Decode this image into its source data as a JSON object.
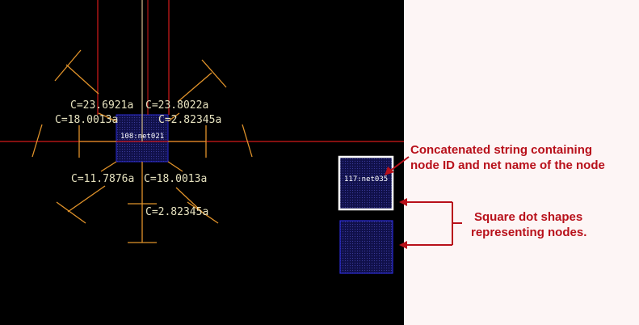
{
  "layout_view": {
    "center_node": {
      "label": "108:net021",
      "fill_color": "#1a1a6e",
      "border_color": "#3a3adf"
    },
    "capacitance_labels": [
      "C=23.6921a",
      "C=23.8022a",
      "C=18.0013a",
      "C=2.82345a",
      "C=11.7876a",
      "C=18.0013a",
      "C=2.82345a"
    ],
    "legend_nodes": [
      {
        "label": "117:net035",
        "selected": true
      },
      {
        "label": "",
        "selected": false
      }
    ]
  },
  "colors": {
    "canvas_bg": "#000000",
    "panel_bg": "#fdf5f5",
    "wire_red": "#d41a1a",
    "wire_orange": "#e0922a",
    "wire_tan": "#b7a37a",
    "node_fill": "#14145a",
    "node_border": "#2b2bd6",
    "annotation": "#b8101a"
  },
  "annotations": {
    "node_label_note": {
      "line1": "Concatenated string containing",
      "line2": "node ID and net name of the node"
    },
    "square_dot_note": {
      "line1": "Square dot shapes",
      "line2": "representing nodes."
    }
  }
}
